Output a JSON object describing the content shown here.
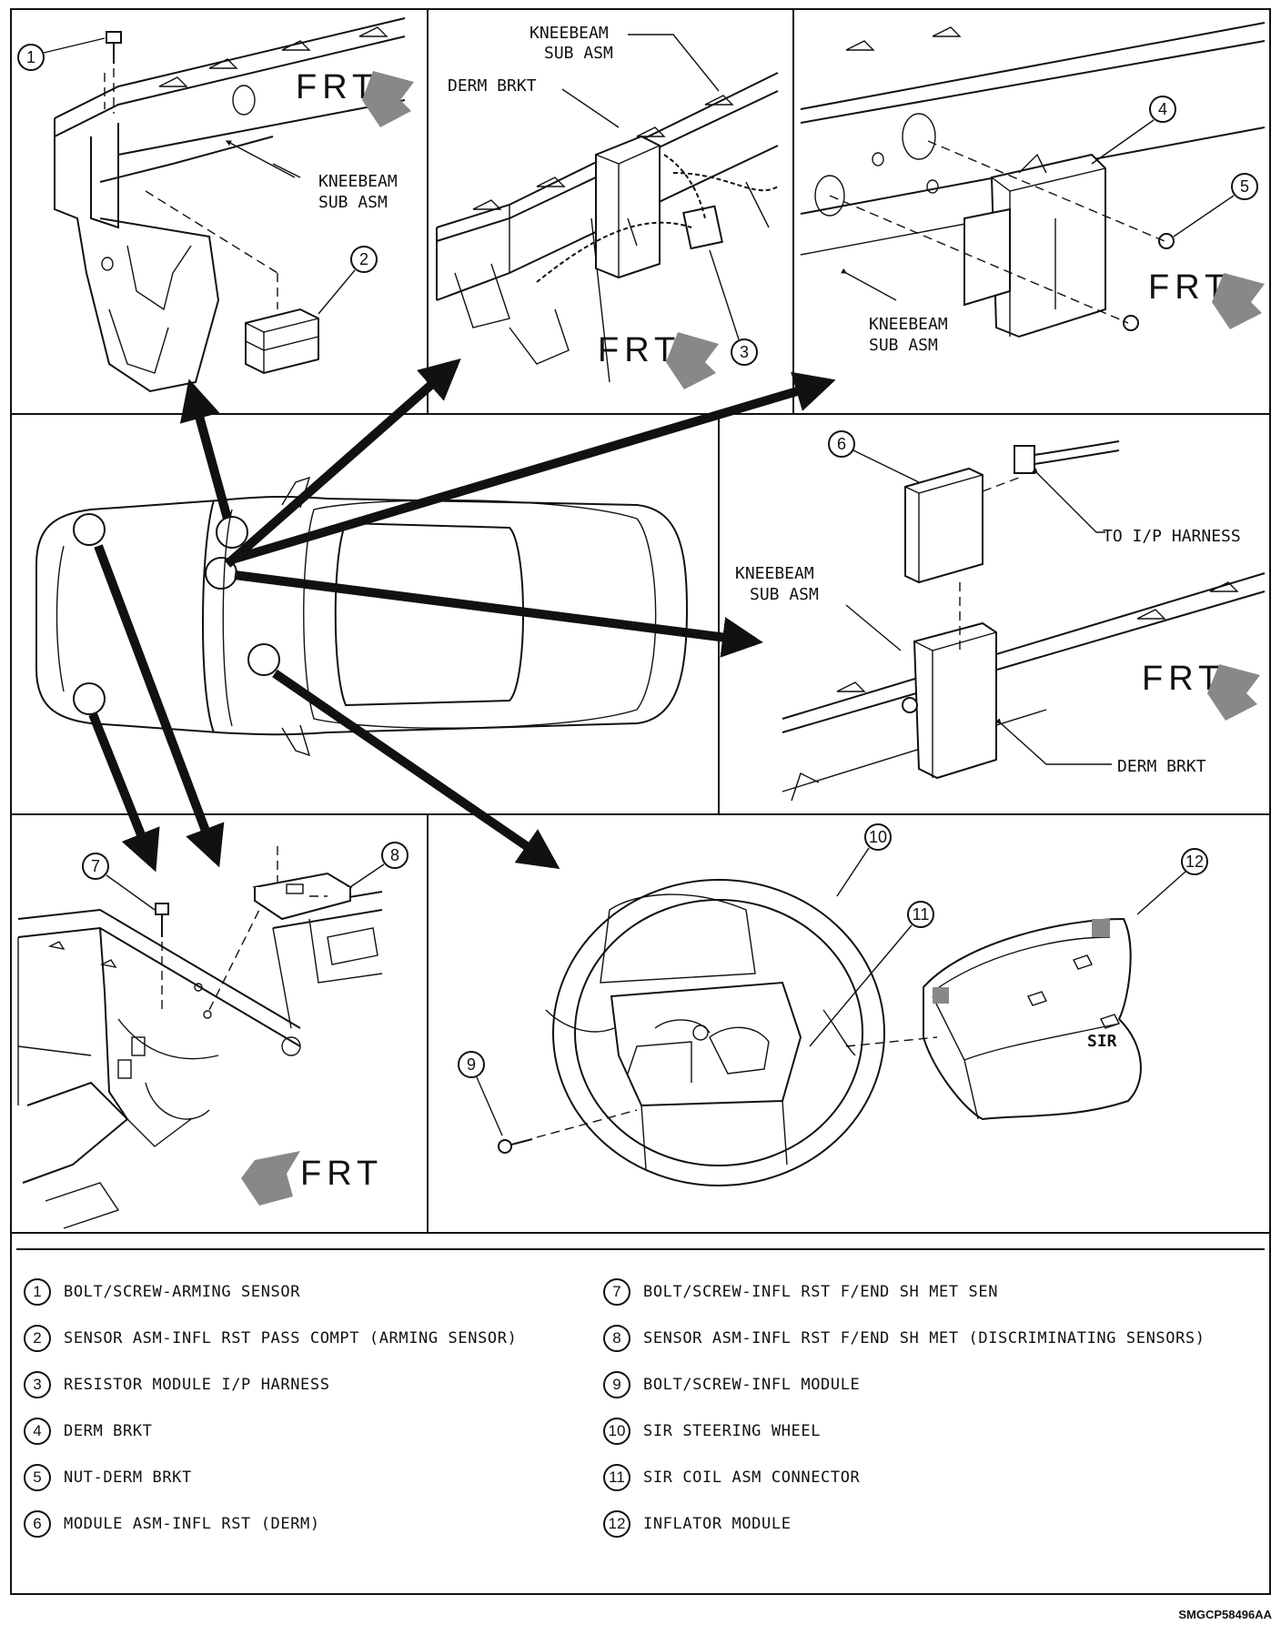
{
  "panels": {
    "arming_sensor": {
      "frt": "FRT",
      "kneebeam": [
        "KNEEBEAM",
        "SUB ASM"
      ],
      "callouts": [
        "1",
        "2"
      ]
    },
    "resistor": {
      "frt": "FRT",
      "kneebeam": [
        "KNEEBEAM",
        "SUB ASM"
      ],
      "derm_brkt": "DERM BRKT",
      "callouts": [
        "3"
      ]
    },
    "derm_bracket": {
      "frt": "FRT",
      "kneebeam": [
        "KNEEBEAM",
        "SUB ASM"
      ],
      "callouts": [
        "4",
        "5"
      ]
    },
    "derm_module": {
      "frt": "FRT",
      "kneebeam": [
        "KNEEBEAM",
        "SUB ASM"
      ],
      "harness": "TO I/P HARNESS",
      "derm_brkt": "DERM BRKT",
      "callouts": [
        "6"
      ]
    },
    "front_sensors": {
      "frt": "FRT",
      "callouts": [
        "7",
        "8"
      ]
    },
    "steering_wheel": {
      "sir": "SIR",
      "callouts": [
        "9",
        "10",
        "11",
        "12"
      ]
    }
  },
  "legend": {
    "left": [
      {
        "num": "1",
        "text": "BOLT/SCREW-ARMING SENSOR"
      },
      {
        "num": "2",
        "text": "SENSOR ASM-INFL RST PASS COMPT (ARMING SENSOR)"
      },
      {
        "num": "3",
        "text": "RESISTOR MODULE I/P HARNESS"
      },
      {
        "num": "4",
        "text": "DERM BRKT"
      },
      {
        "num": "5",
        "text": "NUT-DERM BRKT"
      },
      {
        "num": "6",
        "text": "MODULE ASM-INFL RST (DERM)"
      }
    ],
    "right": [
      {
        "num": "7",
        "text": "BOLT/SCREW-INFL RST F/END SH MET SEN"
      },
      {
        "num": "8",
        "text": "SENSOR ASM-INFL RST F/END SH MET (DISCRIMINATING SENSORS)"
      },
      {
        "num": "9",
        "text": "BOLT/SCREW-INFL MODULE"
      },
      {
        "num": "10",
        "text": "SIR STEERING WHEEL"
      },
      {
        "num": "11",
        "text": "SIR COIL ASM CONNECTOR"
      },
      {
        "num": "12",
        "text": "INFLATOR MODULE"
      }
    ]
  },
  "document_code": "SMGCP58496AA"
}
